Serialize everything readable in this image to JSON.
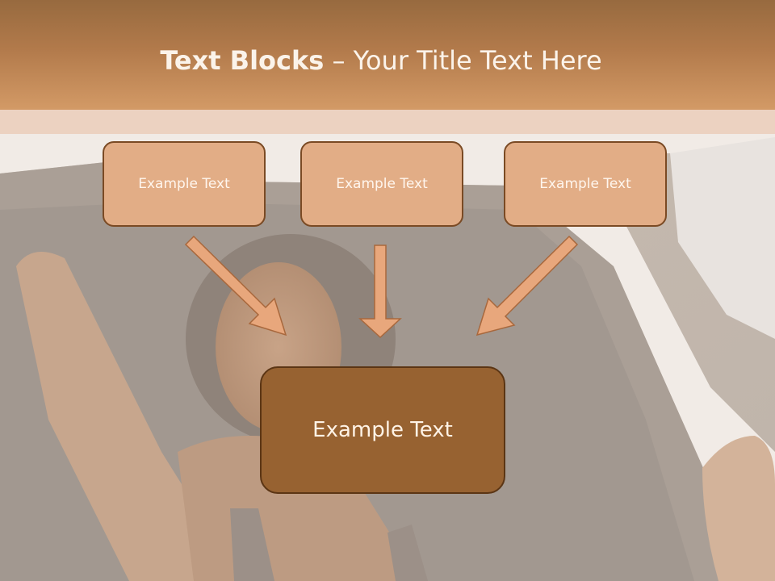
{
  "slide": {
    "title_bold": "Text Blocks",
    "title_dash": " – ",
    "title_rest": "Your Title Text Here"
  },
  "blocks": {
    "top": [
      "Example Text",
      "Example Text",
      "Example Text"
    ],
    "bottom": "Example Text"
  },
  "colors": {
    "header": "#b27a4b",
    "box_fill": "#e2ad86",
    "box_border": "#7a4a24",
    "bottom_box_fill": "#976231",
    "arrow_fill": "#e8a77c"
  },
  "background": {
    "description_icon": "photo-woman-in-car"
  }
}
